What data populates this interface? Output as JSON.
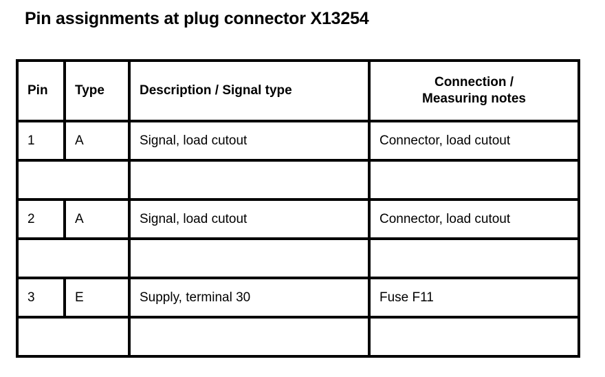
{
  "page": {
    "title": "Pin assignments at plug connector X13254",
    "background_color": "#ffffff",
    "text_color": "#000000",
    "border_color": "#000000"
  },
  "table": {
    "columns": [
      {
        "key": "pin",
        "header": "Pin"
      },
      {
        "key": "type",
        "header": "Type"
      },
      {
        "key": "desc",
        "header": "Description / Signal type"
      },
      {
        "key": "conn",
        "header_line1": "Connection /",
        "header_line2": "Measuring notes"
      }
    ],
    "rows": [
      {
        "kind": "data",
        "pin": "1",
        "type": "A",
        "desc": "Signal, load cutout",
        "conn": "Connector, load cutout"
      },
      {
        "kind": "spacer",
        "pin": "",
        "type": "",
        "desc": "",
        "conn": ""
      },
      {
        "kind": "data",
        "pin": "2",
        "type": "A",
        "desc": "Signal, load cutout",
        "conn": "Connector, load cutout"
      },
      {
        "kind": "spacer",
        "pin": "",
        "type": "",
        "desc": "",
        "conn": ""
      },
      {
        "kind": "data",
        "pin": "3",
        "type": "E",
        "desc": "Supply, terminal 30",
        "conn": "Fuse F11"
      },
      {
        "kind": "spacer",
        "pin": "",
        "type": "",
        "desc": "",
        "conn": ""
      }
    ]
  }
}
